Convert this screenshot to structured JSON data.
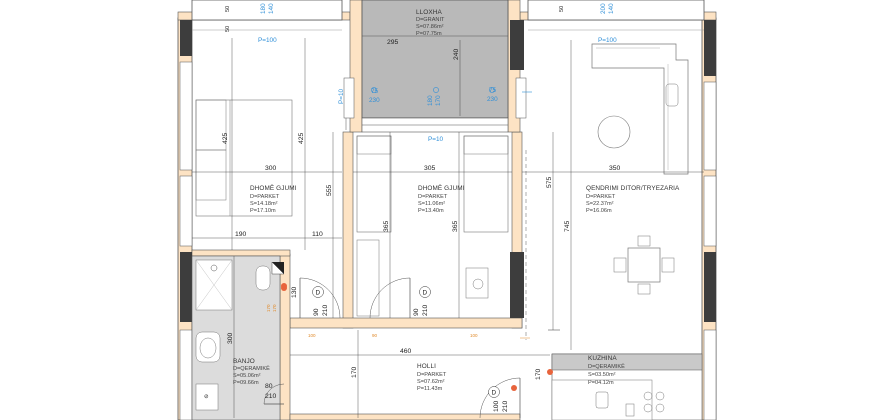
{
  "rooms": {
    "loxha": {
      "name": "LLOXHA",
      "floor": "D=GRANIT",
      "area": "S=07.86m²",
      "perimeter": "P=07.75m"
    },
    "bedroom1": {
      "name": "DHOMË GJUMI",
      "floor": "D=PARKET",
      "area": "S=14.18m²",
      "perimeter": "P=17.10m"
    },
    "bedroom2": {
      "name": "DHOMË GJUMI",
      "floor": "D=PARKET",
      "area": "S=11.06m²",
      "perimeter": "P=13.40m"
    },
    "living": {
      "name": "QENDRIMI DITOR/TRYEZARIA",
      "floor": "D=PARKET",
      "area": "S=22.37m²",
      "perimeter": "P=16.06m"
    },
    "bathroom": {
      "name": "BANJO",
      "floor": "D=QERAMIKË",
      "area": "S=05.06m²",
      "perimeter": "P=09.66m"
    },
    "hall": {
      "name": "HOLLI",
      "floor": "D=PARKET",
      "area": "S=07.62m²",
      "perimeter": "P=11.43m"
    },
    "kitchen": {
      "name": "KUZHINA",
      "floor": "D=QERAMIKË",
      "area": "S=03.50m²",
      "perimeter": "P=04.12m"
    }
  },
  "dimensions": {
    "d50a": "50",
    "d50b": "50",
    "d180a": "180",
    "d140a": "140",
    "p100a": "P=100",
    "d295": "295",
    "d240": "240",
    "d50c": "50",
    "d200a": "200",
    "d140b": "140",
    "p100b": "P=100",
    "d425a": "425",
    "d425b": "425",
    "d300a": "300",
    "d305": "305",
    "d350": "350",
    "d555": "555",
    "d575": "575",
    "d745": "745",
    "d365a": "365",
    "d365b": "365",
    "d190": "190",
    "d110": "110",
    "d130": "130",
    "d90a": "90",
    "d210a": "210",
    "d90b": "90",
    "d210b": "210",
    "d300b": "300",
    "d460": "460",
    "d170a": "170",
    "d170b": "170",
    "d80": "80",
    "d210c": "210",
    "d100": "100",
    "d210d": "210",
    "d90c": "90",
    "d100s1": "100",
    "d100s2": "100"
  },
  "window_marks": {
    "p10a": "P=10",
    "w75a": "75",
    "w230a": "230",
    "w180b": "180",
    "w170": "170",
    "w75b": "75",
    "w230b": "230",
    "p10b": "P=10"
  },
  "door_marks": {
    "d1": "D",
    "d2": "D",
    "d3": "D"
  },
  "bath_marks": {
    "t1": "170",
    "t2": "170"
  },
  "colors": {
    "wall_orange": "#fde3c4",
    "loxha_gray": "#b9b9b9",
    "window_blue": "#2f8fd8",
    "pillar": "#3d3d3d"
  }
}
